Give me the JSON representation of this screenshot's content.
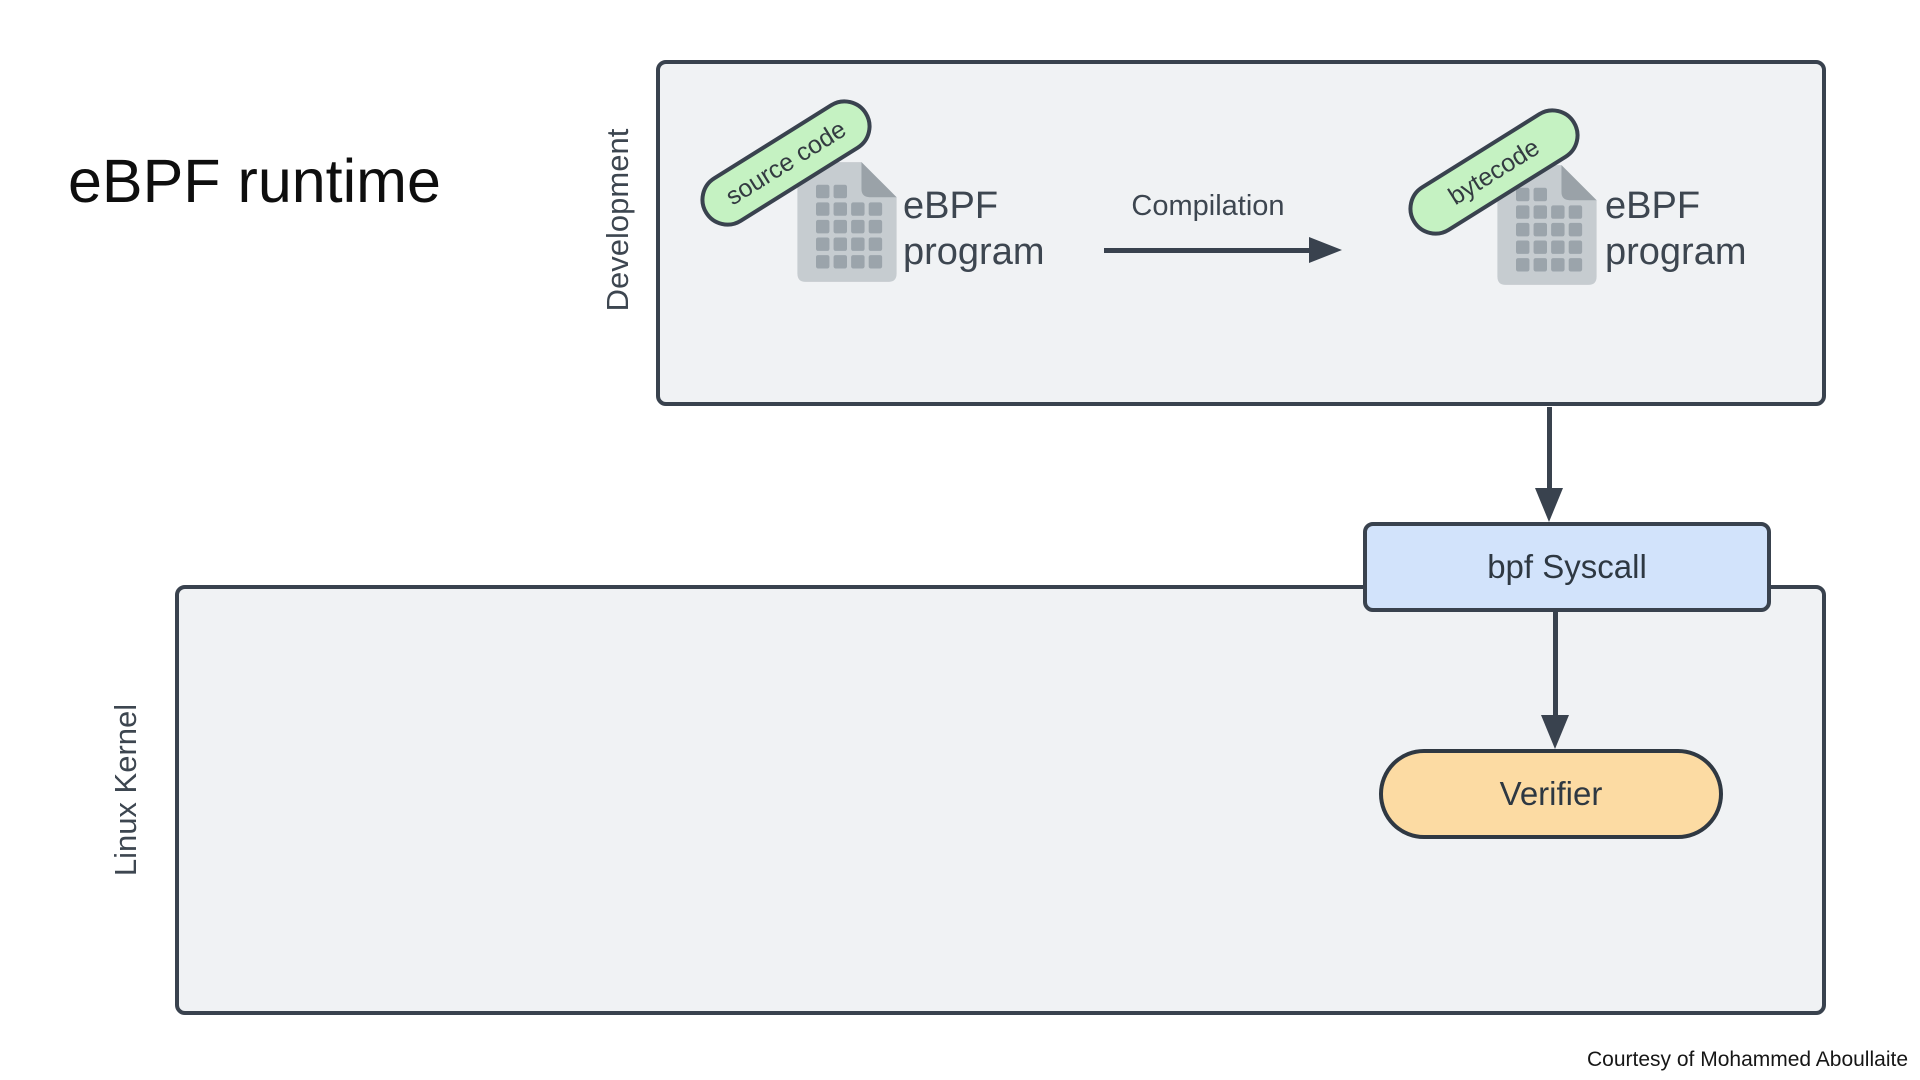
{
  "title": "eBPF runtime",
  "development": {
    "label": "Development",
    "source_code_tag": "source code",
    "program_left": "eBPF program",
    "compilation_label": "Compilation",
    "bytecode_tag": "bytecode",
    "program_right": "eBPF program"
  },
  "kernel": {
    "label": "Linux Kernel",
    "syscall_label": "bpf Syscall",
    "verifier_label": "Verifier"
  },
  "footer": {
    "credit": "Courtesy of Mohammed Aboullaite"
  },
  "icons": {
    "program_file": "file-grid-icon"
  },
  "colors": {
    "background": "#ffffff",
    "box_fill": "#f0f2f4",
    "outline": "#39424e",
    "tag_green": "#c5f2c2",
    "syscall_blue": "#d2e3fb",
    "verifier_orange": "#fcdba3",
    "text_dark": "#3d4650",
    "title_black": "#0e0e0e",
    "file_body": "#c6ccd0",
    "file_fold": "#9aa2a8",
    "file_cells": "#9ba4ab"
  }
}
